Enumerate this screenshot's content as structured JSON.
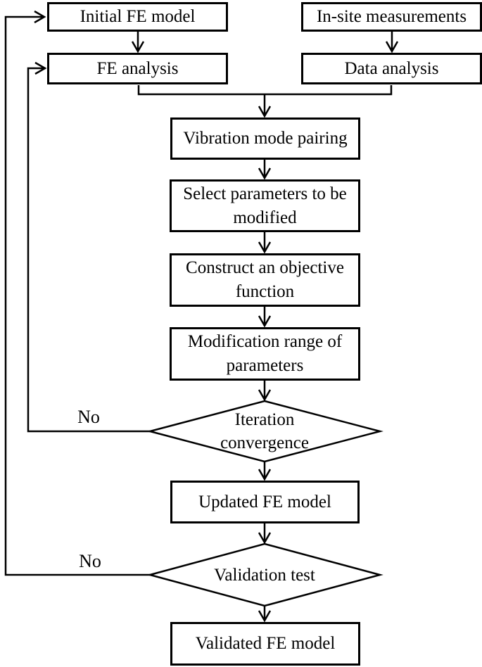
{
  "flowchart": {
    "colors": {
      "stroke": "#000000",
      "background": "#ffffff",
      "box_fill": "#ffffff",
      "text": "#000000"
    },
    "nodes": {
      "initial_fe_model": "Initial FE model",
      "in_site_measurements": "In-site measurements",
      "fe_analysis": "FE analysis",
      "data_analysis": "Data analysis",
      "vibration_mode_pairing": "Vibration mode pairing",
      "select_parameters": "Select parameters to be\nmodified",
      "construct_objective": "Construct an objective\nfunction",
      "modification_range": "Modification range of\nparameters",
      "iteration_convergence": "Iteration\nconvergence",
      "updated_fe_model": "Updated FE model",
      "validation_test": "Validation test",
      "validated_fe_model": "Validated FE model"
    },
    "edge_labels": {
      "iteration_no": "No",
      "validation_no": "No"
    }
  }
}
